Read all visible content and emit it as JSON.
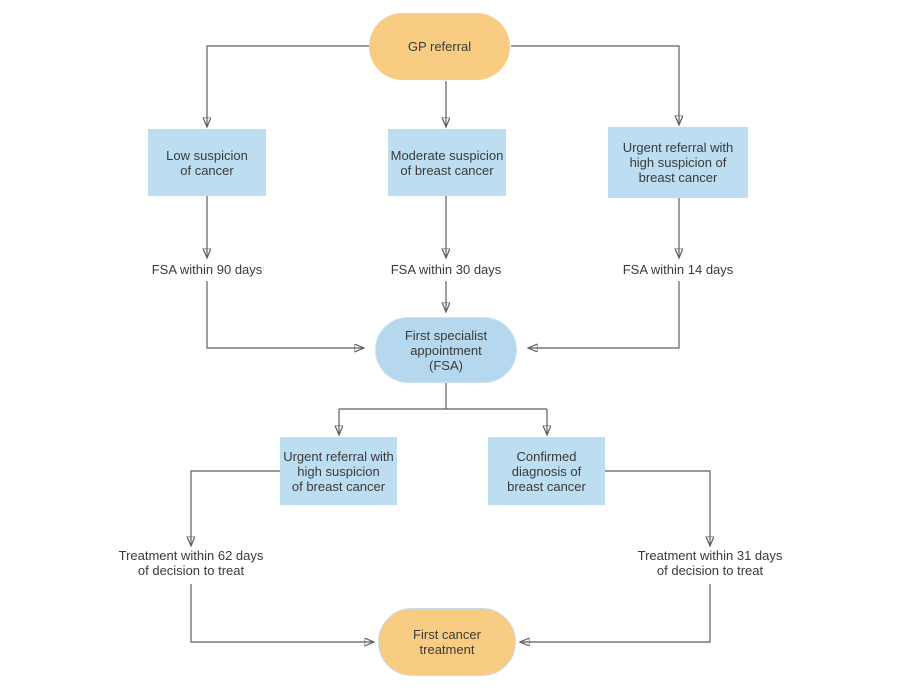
{
  "colors": {
    "canvas-bg": "#ffffff",
    "process-fill": "#bdddf1",
    "terminator-fill": "#f8cd83",
    "fsa-fill": "#b5d8ee",
    "connector": "#5e5e5e",
    "arrowhead": "#4c4c4c",
    "text": "#3a3a3a"
  },
  "nodes": {
    "gp_referral": {
      "label": "GP referral",
      "shape": "terminator"
    },
    "low_suspicion": {
      "label": "Low suspicion\nof cancer",
      "shape": "process"
    },
    "moderate_suspicion": {
      "label": "Moderate suspicion\nof breast cancer",
      "shape": "process"
    },
    "urgent_referral_top": {
      "label": "Urgent referral with\nhigh suspicion of\nbreast cancer",
      "shape": "process"
    },
    "fsa": {
      "label": "First specialist\nappointment\n(FSA)",
      "shape": "terminator"
    },
    "urgent_referral_mid": {
      "label": "Urgent referral with\nhigh suspicion\nof breast cancer",
      "shape": "process"
    },
    "confirmed_diagnosis": {
      "label": "Confirmed\ndiagnosis of\nbreast cancer",
      "shape": "process"
    },
    "first_treatment": {
      "label": "First cancer\ntreatment",
      "shape": "terminator"
    }
  },
  "edge_labels": {
    "fsa_90": "FSA within 90 days",
    "fsa_30": "FSA within 30 days",
    "fsa_14": "FSA within 14 days",
    "treat_62": "Treatment within 62 days\nof decision to treat",
    "treat_31": "Treatment within 31 days\nof decision to treat"
  }
}
